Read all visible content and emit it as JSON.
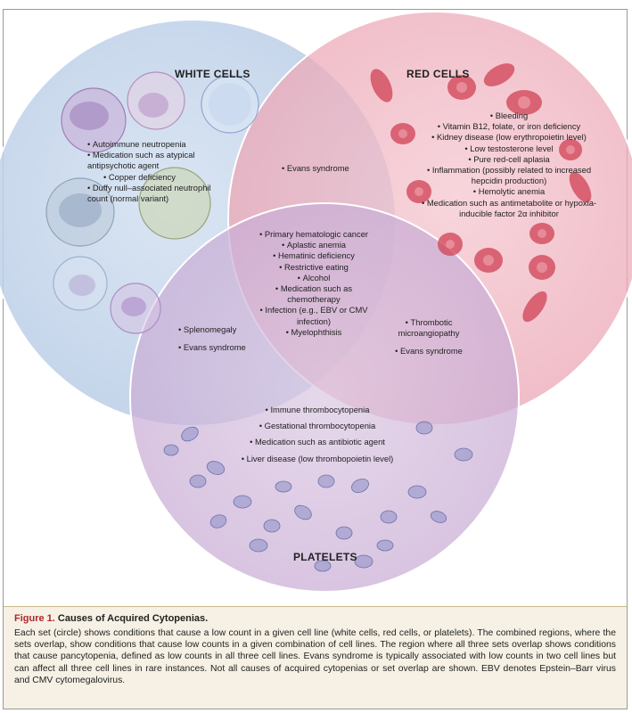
{
  "sets": {
    "white": {
      "title": "WHITE CELLS",
      "color": "#b9cde6"
    },
    "red": {
      "title": "RED CELLS",
      "color": "#eba2b2"
    },
    "platelets": {
      "title": "PLATELETS",
      "color": "#c7a8d3"
    }
  },
  "regions": {
    "white_only": [
      "Autoimmune neutropenia",
      "Medication such as atypical antipsychotic agent",
      "Copper deficiency",
      "Duffy null–associated neutrophil count (normal variant)"
    ],
    "red_only": [
      "Bleeding",
      "Vitamin B12, folate, or iron deficiency",
      "Kidney disease (low erythropoietin level)",
      "Low testosterone level",
      "Pure red-cell aplasia",
      "Inflammation (possibly related to increased hepcidin production)",
      "Hemolytic anemia",
      "Medication such as antimetabolite or hypoxia-inducible factor 2α inhibitor"
    ],
    "white_red": [
      "Evans syndrome"
    ],
    "all_three": [
      "Primary hematologic cancer",
      "Aplastic anemia",
      "Hematinic deficiency",
      "Restrictive eating",
      "Alcohol",
      "Medication such as chemotherapy",
      "Infection (e.g., EBV or CMV infection)",
      "Myelophthisis"
    ],
    "white_platelets": [
      "Splenomegaly",
      "Evans syndrome"
    ],
    "red_platelets": [
      "Thrombotic microangiopathy",
      "Evans syndrome"
    ],
    "platelets_only": [
      "Immune thrombocytopenia",
      "Gestational thrombocytopenia",
      "Medication such as antibiotic agent",
      "Liver disease (low thrombopoietin level)"
    ]
  },
  "caption": {
    "figure_label": "Figure 1.",
    "title": "Causes of Acquired Cytopenias.",
    "text": "Each set (circle) shows conditions that cause a low count in a given cell line (white cells, red cells, or platelets). The combined regions, where the sets overlap, show conditions that cause low counts in a given combination of cell lines. The region where all three sets overlap shows conditions that cause pancytopenia, defined as low counts in all three cell lines. Evans syndrome is typically associated with low counts in two cell lines but can affect all three cell lines in rare instances. Not all causes of acquired cytopenias or set overlap are shown. EBV denotes Epstein–Barr virus and CMV cytomegalovirus.",
    "accent": "#b0262e",
    "background": "#f6f1e4"
  }
}
